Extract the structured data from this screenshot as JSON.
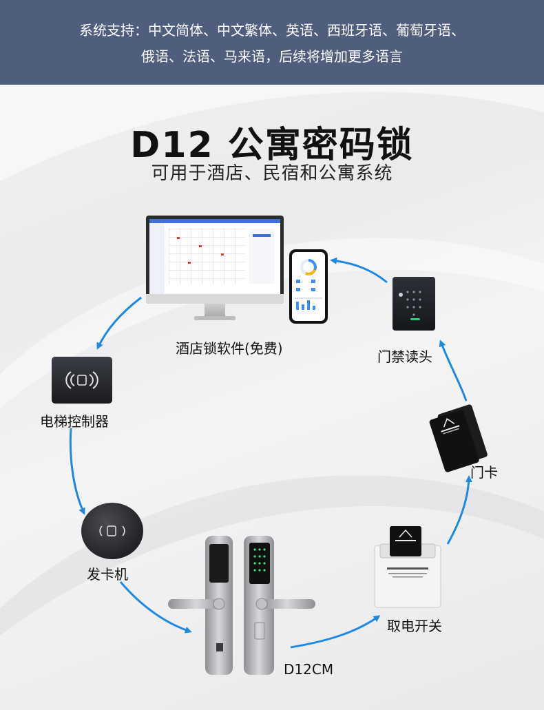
{
  "banner": {
    "line1": "系统支持：中文简体、中文繁体、英语、西班牙语、葡萄牙语、",
    "line2": "俄语、法语、马来语，后续将增加更多语言"
  },
  "title": "D12 公寓密码锁",
  "subtitle": "可用于酒店、民宿和公寓系统",
  "nodes": {
    "software": "酒店锁软件(免费)",
    "reader": "门禁读头",
    "elevator": "电梯控制器",
    "card": "门卡",
    "issuer": "发卡机",
    "switch": "取电开关",
    "lock": "D12CM"
  },
  "colors": {
    "banner_bg": "#4f5e7c",
    "arrow": "#1e88e5"
  },
  "icons": [
    "monitor-icon",
    "phone-icon",
    "access-reader-icon",
    "elevator-controller-icon",
    "card-issuer-icon",
    "hotel-card-icon",
    "door-lock-icon",
    "power-switch-icon",
    "arrow-icon"
  ]
}
